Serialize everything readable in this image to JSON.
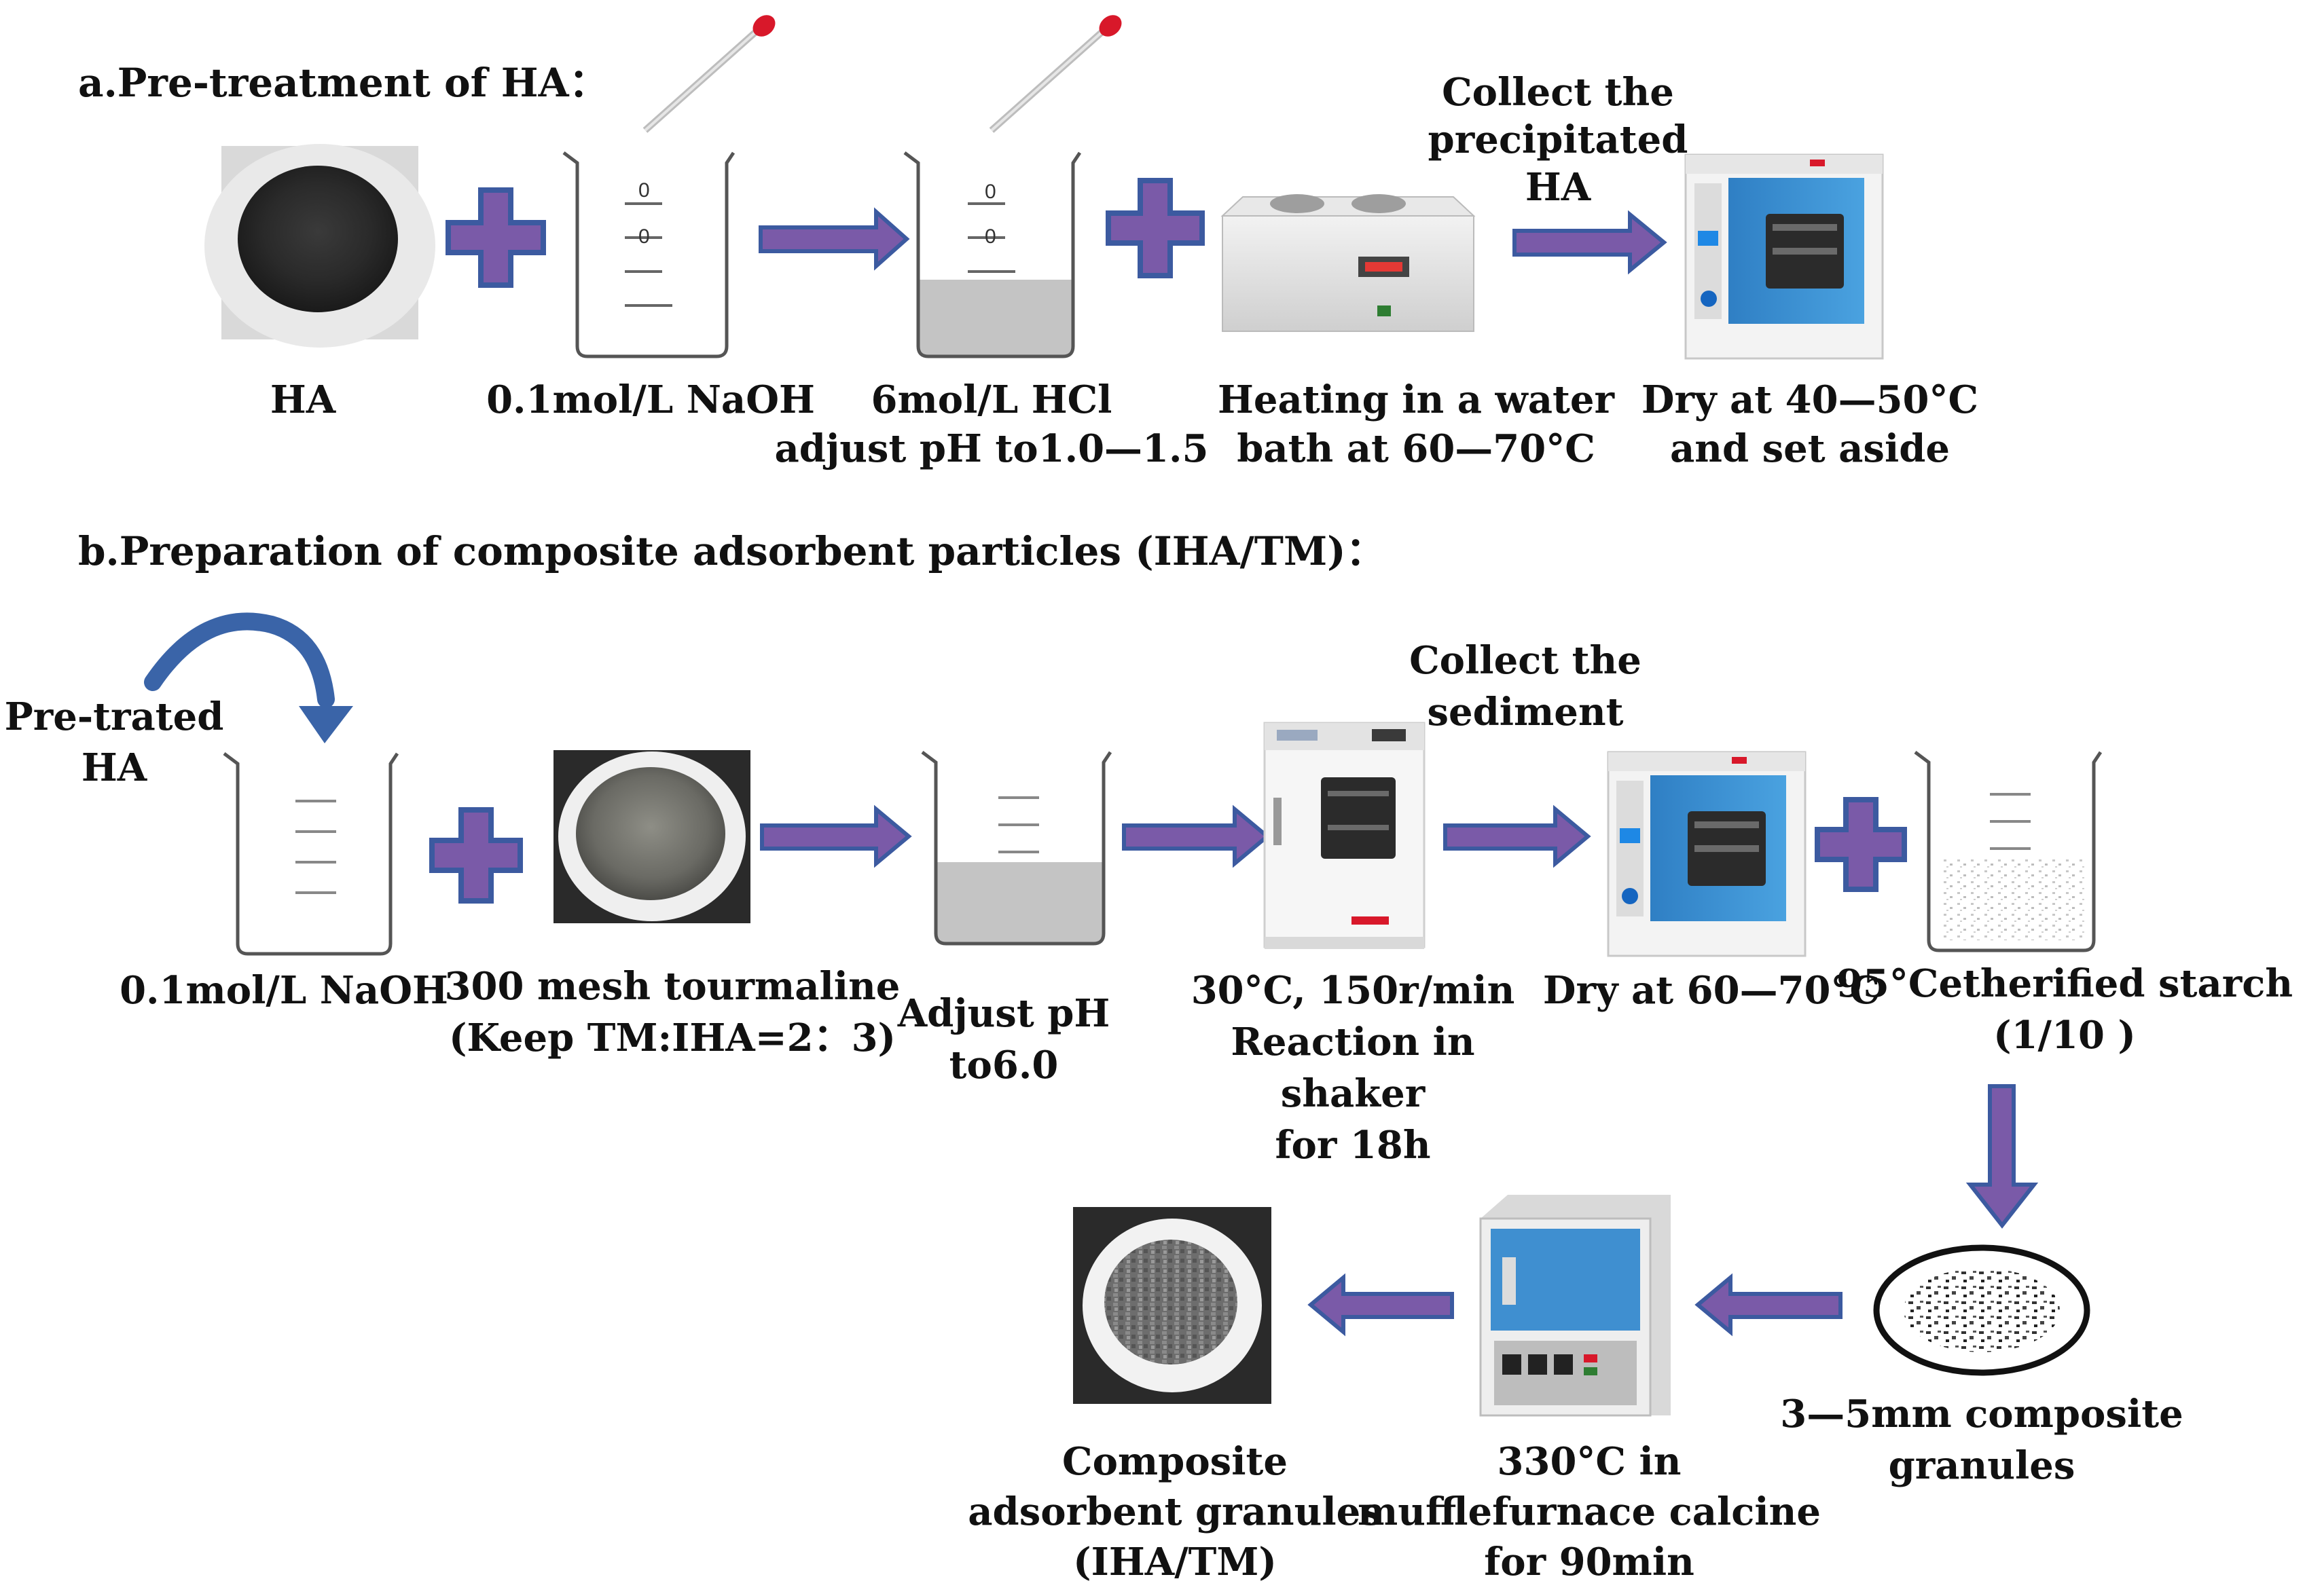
{
  "section_a": {
    "title": "a.Pre-treatment of HA：",
    "labels": {
      "ha": "HA",
      "naoh": "0.1mol/L NaOH",
      "hcl_1": "6mol/L HCl",
      "hcl_2": "adjust pH to1.0—1.5",
      "bath_1": "Heating in a water",
      "bath_2": "bath at 60—70°C",
      "dry_1": "Dry at 40—50°C",
      "dry_2": "and set aside",
      "collect_1": "Collect the",
      "collect_2": "precipitated",
      "collect_3": "HA"
    }
  },
  "section_b": {
    "title": "b.Preparation of composite adsorbent particles (IHA/TM)：",
    "labels": {
      "pretrated_1": "Pre-trated",
      "pretrated_2": "HA",
      "naoh": "0.1mol/L NaOH",
      "tm_1": "300 mesh tourmaline",
      "tm_2": "(Keep TM:IHA=2：3)",
      "ph_1": "Adjust pH",
      "ph_2": "to6.0",
      "shaker_1": "30°C, 150r/min",
      "shaker_2": "Reaction in",
      "shaker_3": "shaker",
      "shaker_4": "for 18h",
      "collect_1": "Collect the",
      "collect_2": "sediment",
      "dry": "Dry at 60—70°C",
      "starch_1": "95°Cetherified starch",
      "starch_2": "(1/10 )",
      "granules_1": "3—5mm composite",
      "granules_2": "granules",
      "furnace_1": "330°C in",
      "furnace_2": "mufflefurnace calcine",
      "furnace_3": "for 90min",
      "product_1": "Composite",
      "product_2": "adsorbent granules",
      "product_3": "(IHA/TM)"
    }
  },
  "colors": {
    "arrow_fill": "#7a5aa8",
    "arrow_stroke": "#3c5aa0",
    "curved_arrow": "#3a64a8",
    "oven_blue": "#3f8fd0",
    "dropper_tip": "#d8182a"
  }
}
